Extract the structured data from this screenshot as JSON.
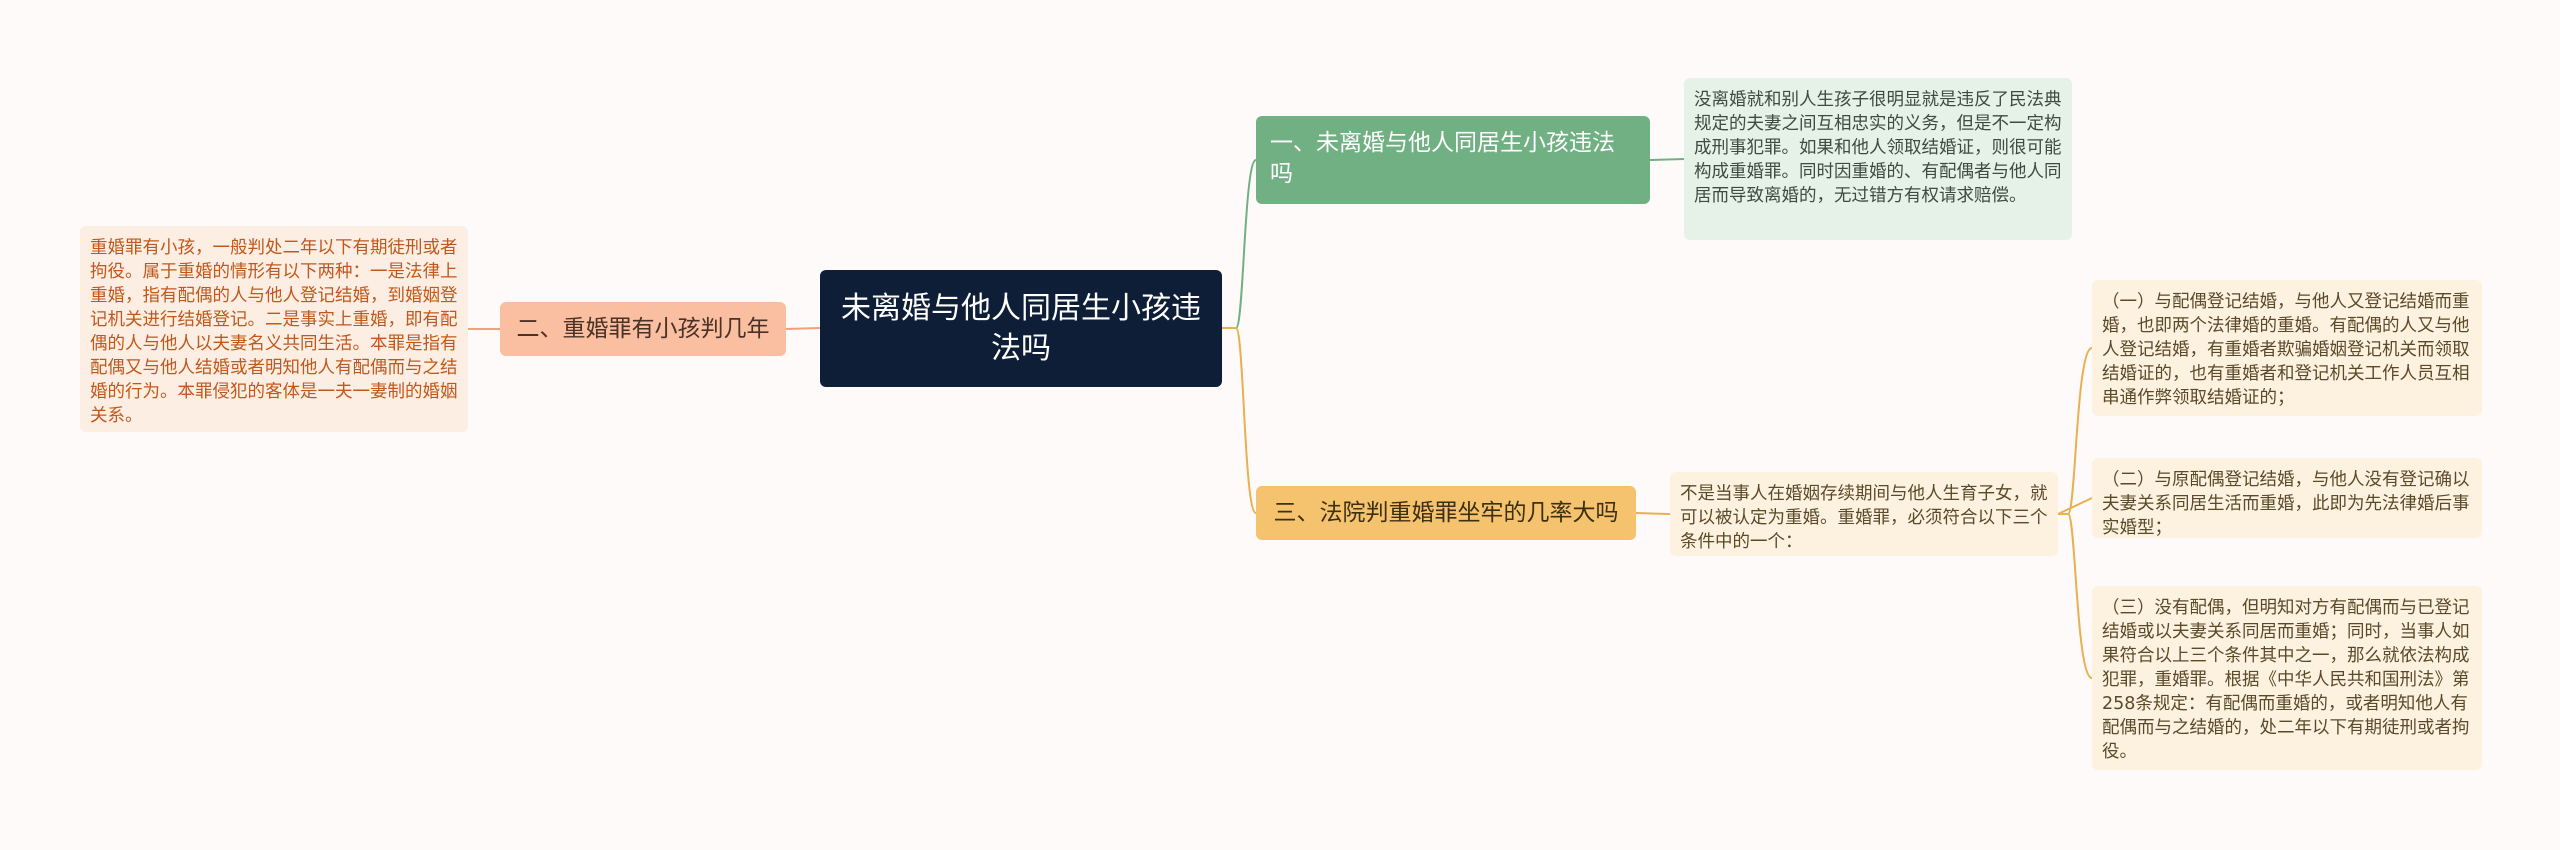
{
  "colors": {
    "background": "#fffafa",
    "root": "#0e1e36",
    "branch1": "#71b083",
    "branch2": "#f9bfa0",
    "branch3": "#f5c36e",
    "link_branch1": "#71b083",
    "link_branch2": "#f4a07a",
    "link_branch3": "#e8b050"
  },
  "root": {
    "title": "未离婚与他人同居生小孩违法吗"
  },
  "branch1": {
    "title": "一、未离婚与他人同居生小孩违法吗",
    "detail": "没离婚就和别人生孩子很明显就是违反了民法典规定的夫妻之间互相忠实的义务，但是不一定构成刑事犯罪。如果和他人领取结婚证，则很可能构成重婚罪。同时因重婚的、有配偶者与他人同居而导致离婚的，无过错方有权请求赔偿。"
  },
  "branch2": {
    "title": "二、重婚罪有小孩判几年",
    "detail": "重婚罪有小孩，一般判处二年以下有期徒刑或者拘役。属于重婚的情形有以下两种：一是法律上重婚，指有配偶的人与他人登记结婚，到婚姻登记机关进行结婚登记。二是事实上重婚，即有配偶的人与他人以夫妻名义共同生活。本罪是指有配偶又与他人结婚或者明知他人有配偶而与之结婚的行为。本罪侵犯的客体是一夫一妻制的婚姻关系。"
  },
  "branch3": {
    "title": "三、法院判重婚罪坐牢的几率大吗",
    "detail": "不是当事人在婚姻存续期间与他人生育子女，就可以被认定为重婚。重婚罪，必须符合以下三个条件中的一个：",
    "conditions": [
      "（一）与配偶登记结婚，与他人又登记结婚而重婚，也即两个法律婚的重婚。有配偶的人又与他人登记结婚，有重婚者欺骗婚姻登记机关而领取结婚证的，也有重婚者和登记机关工作人员互相串通作弊领取结婚证的；",
      "（二）与原配偶登记结婚，与他人没有登记确以夫妻关系同居生活而重婚，此即为先法律婚后事实婚型；",
      "（三）没有配偶，但明知对方有配偶而与已登记结婚或以夫妻关系同居而重婚；同时，当事人如果符合以上三个条件其中之一，那么就依法构成犯罪，重婚罪。根据《中华人民共和国刑法》第258条规定：有配偶而重婚的，或者明知他人有配偶而与之结婚的，处二年以下有期徒刑或者拘役。"
    ]
  }
}
